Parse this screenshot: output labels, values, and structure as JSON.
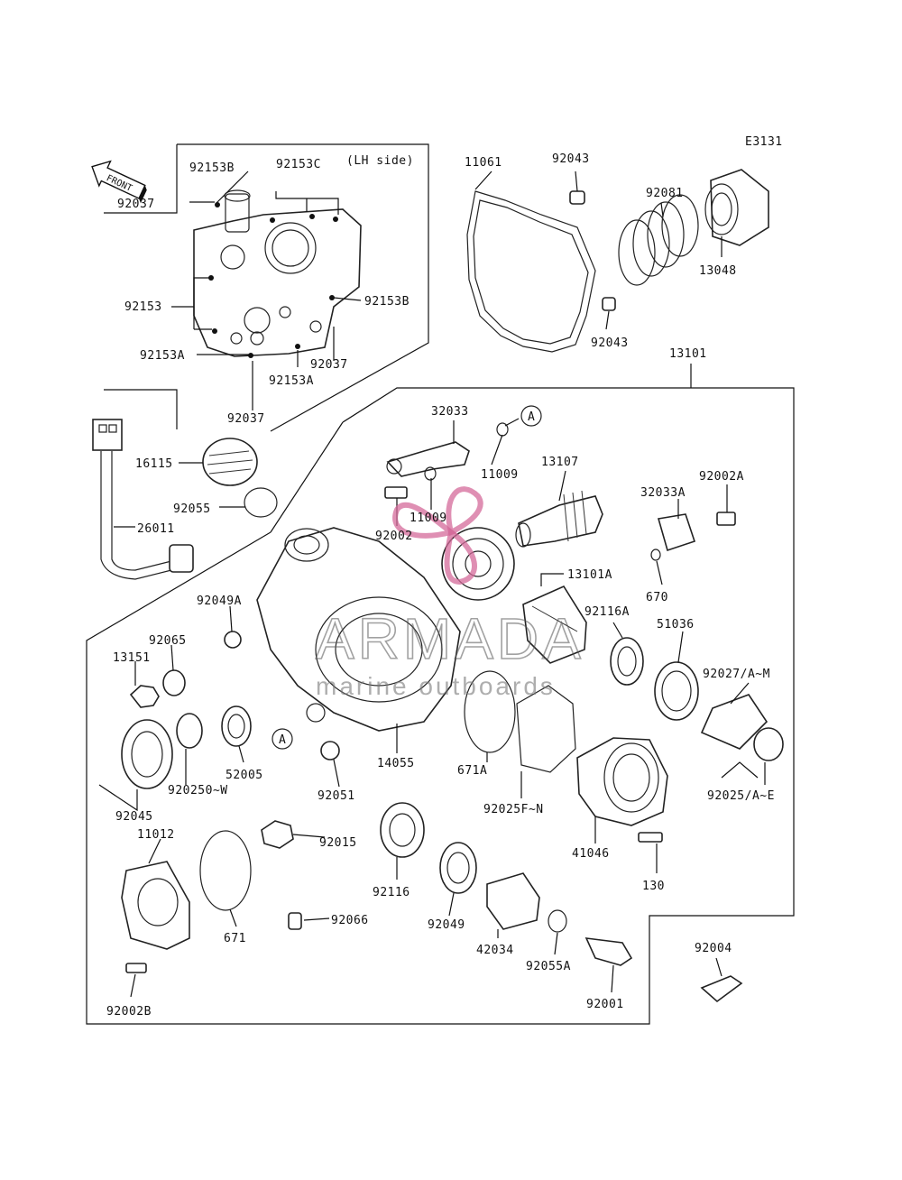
{
  "diagram_code": "E3131",
  "side_note": "(LH side)",
  "front_label": "FRONT",
  "watermark": {
    "brand": "ARMADA",
    "tagline": "marine outboards",
    "logo_color": "#d46a9a"
  },
  "parts": [
    {
      "id": "p92153B",
      "text": "92153B"
    },
    {
      "id": "p92153C",
      "text": "92153C"
    },
    {
      "id": "p92037a",
      "text": "92037"
    },
    {
      "id": "p92153",
      "text": "92153"
    },
    {
      "id": "p92153B2",
      "text": "92153B"
    },
    {
      "id": "p92153A",
      "text": "92153A"
    },
    {
      "id": "p92037b",
      "text": "92037"
    },
    {
      "id": "p92153A2",
      "text": "92153A"
    },
    {
      "id": "p92037c",
      "text": "92037"
    },
    {
      "id": "p11061",
      "text": "11061"
    },
    {
      "id": "p92043a",
      "text": "92043"
    },
    {
      "id": "p92081",
      "text": "92081"
    },
    {
      "id": "p13048",
      "text": "13048"
    },
    {
      "id": "p92043b",
      "text": "92043"
    },
    {
      "id": "p13101",
      "text": "13101"
    },
    {
      "id": "p32033",
      "text": "32033"
    },
    {
      "id": "pA1",
      "text": "A"
    },
    {
      "id": "p11009a",
      "text": "11009"
    },
    {
      "id": "p13107",
      "text": "13107"
    },
    {
      "id": "p16115",
      "text": "16115"
    },
    {
      "id": "p92055",
      "text": "92055"
    },
    {
      "id": "p11009b",
      "text": "11009"
    },
    {
      "id": "p92002",
      "text": "92002"
    },
    {
      "id": "p32033A",
      "text": "32033A"
    },
    {
      "id": "p92002A",
      "text": "92002A"
    },
    {
      "id": "p26011",
      "text": "26011"
    },
    {
      "id": "p13101A",
      "text": "13101A"
    },
    {
      "id": "p670",
      "text": "670"
    },
    {
      "id": "p92049A",
      "text": "92049A"
    },
    {
      "id": "p92116A",
      "text": "92116A"
    },
    {
      "id": "p51036",
      "text": "51036"
    },
    {
      "id": "p92065",
      "text": "92065"
    },
    {
      "id": "p13151",
      "text": "13151"
    },
    {
      "id": "p92027",
      "text": "92027/A~M"
    },
    {
      "id": "pA2",
      "text": "A"
    },
    {
      "id": "p52005",
      "text": "52005"
    },
    {
      "id": "p14055",
      "text": "14055"
    },
    {
      "id": "p671A",
      "text": "671A"
    },
    {
      "id": "p92025",
      "text": "92025/A~E"
    },
    {
      "id": "p920250",
      "text": "920250~W"
    },
    {
      "id": "p92051",
      "text": "92051"
    },
    {
      "id": "p92045",
      "text": "92045"
    },
    {
      "id": "p92025F",
      "text": "92025F~N"
    },
    {
      "id": "p11012",
      "text": "11012"
    },
    {
      "id": "p92015",
      "text": "92015"
    },
    {
      "id": "p41046",
      "text": "41046"
    },
    {
      "id": "p130",
      "text": "130"
    },
    {
      "id": "p92116",
      "text": "92116"
    },
    {
      "id": "p92066",
      "text": "92066"
    },
    {
      "id": "p671",
      "text": "671"
    },
    {
      "id": "p92049",
      "text": "92049"
    },
    {
      "id": "p42034",
      "text": "42034"
    },
    {
      "id": "p92004",
      "text": "92004"
    },
    {
      "id": "p92055A",
      "text": "92055A"
    },
    {
      "id": "p92002B",
      "text": "92002B"
    },
    {
      "id": "p92001",
      "text": "92001"
    }
  ]
}
